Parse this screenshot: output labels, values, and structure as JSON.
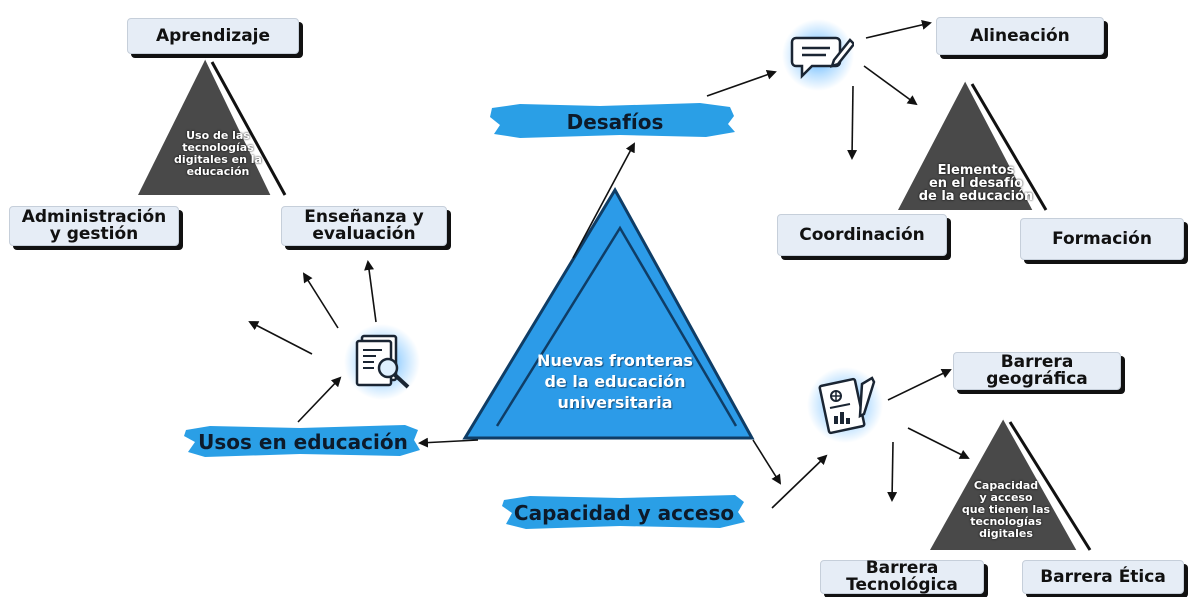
{
  "center": {
    "text": "Nuevas fronteras\nde la educación\nuniversitaria"
  },
  "branches": {
    "desafios": "Desafíos",
    "usos": "Usos en educación",
    "capacidad": "Capacidad y acceso"
  },
  "usos_group": {
    "triangle_text": "Uso de las\ntecnologías\ndigitales en la\neducación",
    "aprendizaje": "Aprendizaje",
    "administracion": "Administración\ny gestión",
    "ensenanza": "Enseñanza  y\nevaluación"
  },
  "desafios_group": {
    "triangle_text": "Elementos\nen el desafío\nde la educación",
    "alineacion": "Alineación",
    "coordinacion": "Coordinación",
    "formacion": "Formación"
  },
  "capacidad_group": {
    "triangle_text": "Capacidad\ny acceso\nque tienen las\ntecnologías\ndigitales",
    "geografica": "Barrera\ngeográfica",
    "tecnologica": "Barrera\nTecnológica",
    "etica": "Barrera Ética"
  },
  "icons": {
    "desafios": "chat-pencil-icon",
    "usos": "document-search-icon",
    "capacidad": "report-chart-icon"
  },
  "colors": {
    "accent": "#2c9be8",
    "triangle_dark": "#4a4a4a",
    "box_bg": "#e6edf6"
  }
}
